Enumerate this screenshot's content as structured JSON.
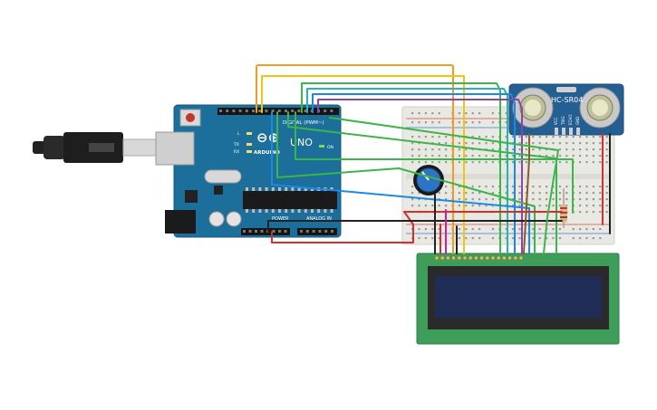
{
  "arduino": {
    "brand_short": "ARDUINO",
    "model": "UNO",
    "digital_header": "DIGITAL (PWM~)",
    "power_header": "POWER",
    "analog_header": "ANALOG IN",
    "tx_label": "TX",
    "rx_label": "RX",
    "l_label": "L",
    "on_label": "ON",
    "logo_symbol": "⊖⊕"
  },
  "sensor": {
    "model": "HC-SR04",
    "pins": [
      "VCC",
      "TRIG",
      "ECHO",
      "GND"
    ]
  },
  "lcd": {
    "pin_count": 16
  },
  "colors": {
    "arduino_board": "#1b6f9a",
    "breadboard": "#e9e9e3",
    "sensor_board": "#245f93",
    "lcd_board": "#3f9d5a",
    "lcd_screen": "#1f2c55",
    "wire_orange": "#f29a21",
    "wire_yellow": "#f1c40f",
    "wire_green": "#3cb54a",
    "wire_teal": "#26b5b0",
    "wire_blue": "#1e88e5",
    "wire_red": "#d32f2f",
    "wire_black": "#222222",
    "wire_purple": "#8e44ad",
    "wire_magenta": "#d81b99",
    "wire_brown": "#8b5a2b"
  }
}
